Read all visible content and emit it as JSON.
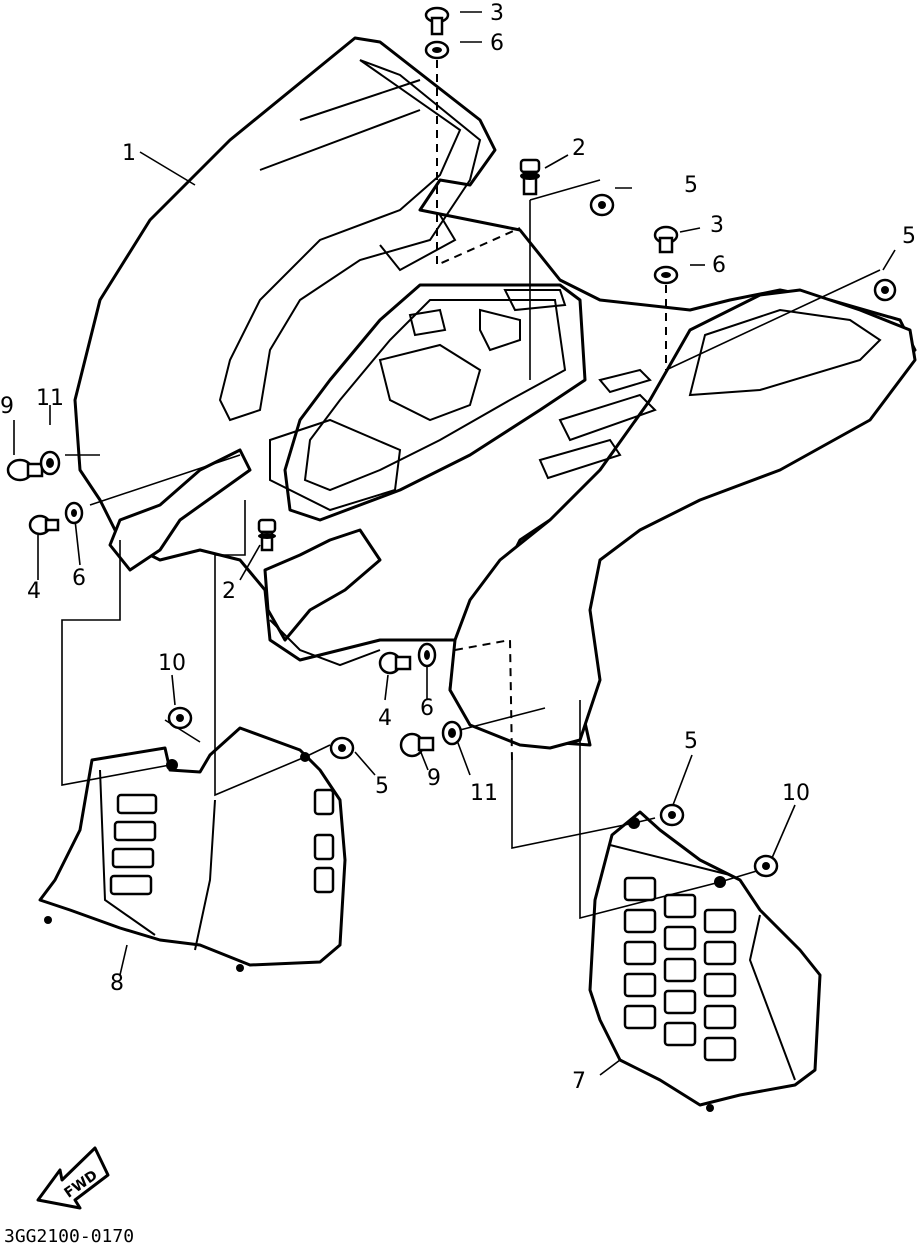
{
  "diagram": {
    "callouts": {
      "c1": "1",
      "c2a": "2",
      "c2b": "2",
      "c3a": "3",
      "c3b": "3",
      "c4a": "4",
      "c4b": "4",
      "c5a": "5",
      "c5b": "5",
      "c5c": "5",
      "c5d": "5",
      "c6a": "6",
      "c6b": "6",
      "c6c": "6",
      "c6d": "6",
      "c7": "7",
      "c8": "8",
      "c9a": "9",
      "c9b": "9",
      "c10a": "10",
      "c10b": "10",
      "c11a": "11",
      "c11b": "11"
    },
    "direction_label": "FWD",
    "part_code": "3GG2100-0170"
  }
}
